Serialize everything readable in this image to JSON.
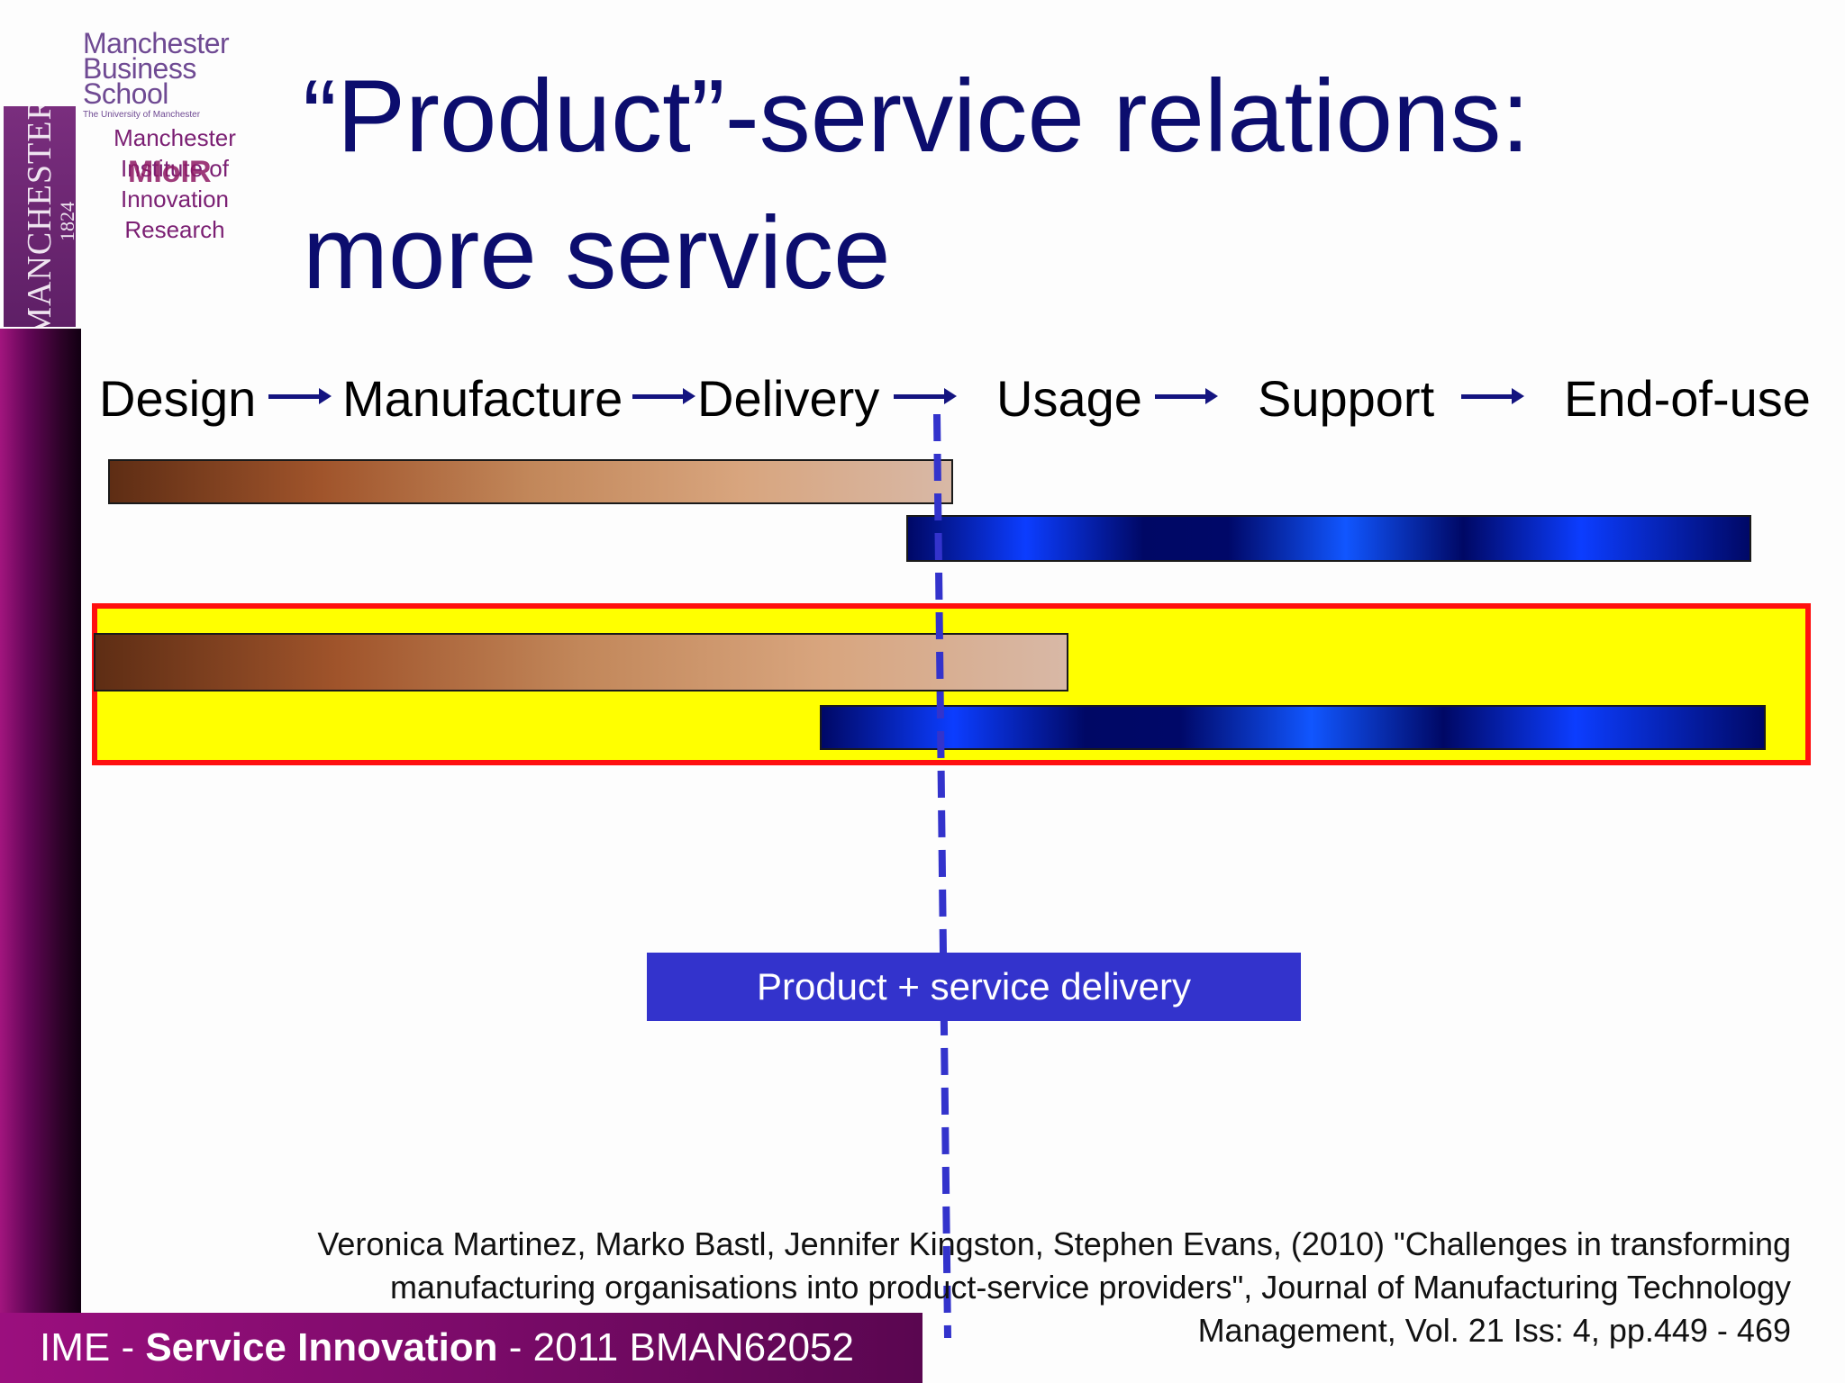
{
  "logos": {
    "crest_text": "MANCHESTER",
    "crest_year": "1824",
    "mbs_line1": "Manchester",
    "mbs_line2": "Business School",
    "mbs_line3": "The University of Manchester",
    "mior_lines": [
      "Manchester",
      "Institute of",
      "Innovation",
      "Research"
    ],
    "mior_logo": "MIoIR"
  },
  "title_line1": "“Product”-service relations:",
  "title_line2": "more service",
  "stages": [
    "Design",
    "Manufacture",
    "Delivery",
    "Usage",
    "Support",
    "End-of-use"
  ],
  "callout": "Product + service delivery",
  "citation": {
    "line1": "Veronica Martinez, Marko Bastl, Jennifer Kingston, Stephen Evans, (2010) \"Challenges in transforming",
    "line2": "manufacturing organisations into product-service providers\", Journal of Manufacturing Technology",
    "line3": "Management, Vol. 21 Iss: 4, pp.449 - 469"
  },
  "footer": {
    "prefix": "IME - ",
    "bold": "Service Innovation",
    "suffix": " - 2011 BMAN62052"
  },
  "colors": {
    "title": "#0c0d6e",
    "highlight_fill": "#ffff00",
    "highlight_border": "#ff1010",
    "callout_bg": "#3333cc",
    "divider": "#3333cc"
  }
}
